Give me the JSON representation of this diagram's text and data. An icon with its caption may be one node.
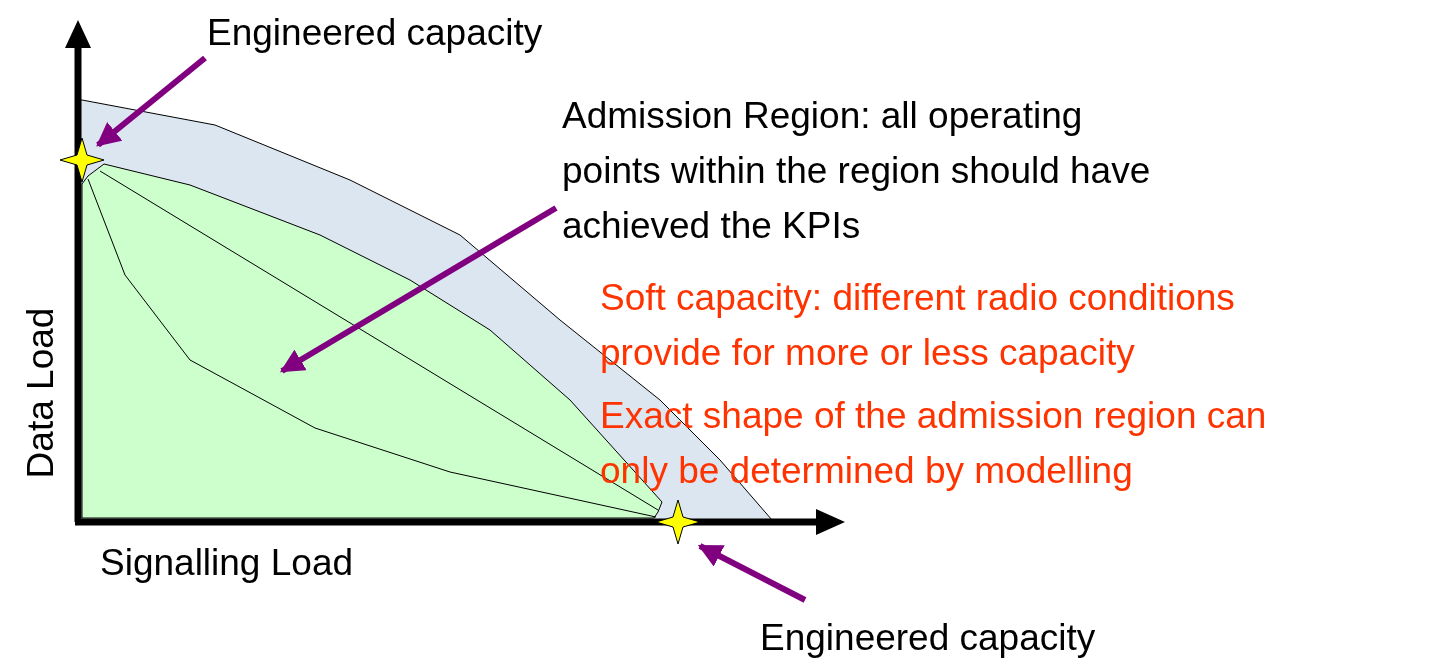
{
  "diagram": {
    "nodes": [
      {
        "text": [
          "Engineered capacity"
        ]
      },
      {
        "text": [],
        "shape": "star"
      },
      {
        "text": [
          "Admission Region: all operating points within the region should have achieved the KPIs"
        ]
      },
      {
        "text": [],
        "shape": "area"
      },
      {
        "text": [],
        "shape": "star"
      },
      {
        "text": [
          "Engineered capacity"
        ]
      }
    ],
    "edges": [
      {
        "from": 0,
        "to": 1,
        "arrow": "to"
      },
      {
        "from": 2,
        "to": 3,
        "arrow": "to"
      },
      {
        "from": 5,
        "to": 4,
        "arrow": "to"
      }
    ],
    "labels": [
      "Soft capacity: different radio conditions provide for more or less capacity",
      "Exact shape of the admission region can only be determined by modelling",
      "Data Load",
      "Signalling Load"
    ]
  }
}
